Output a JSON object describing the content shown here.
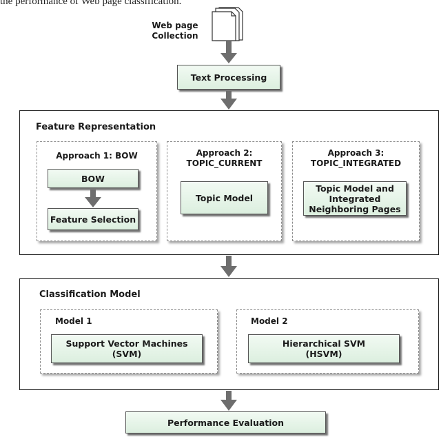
{
  "caption": "the performance of Web page classification.",
  "input_label_line1": "Web page",
  "input_label_line2": "Collection",
  "text_processing": "Text Processing",
  "feature_panel": {
    "title": "Feature Representation",
    "approach1": {
      "title": "Approach 1: BOW",
      "box1": "BOW",
      "box2": "Feature Selection"
    },
    "approach2": {
      "title_line1": "Approach 2:",
      "title_line2": "TOPIC_CURRENT",
      "box": "Topic Model"
    },
    "approach3": {
      "title_line1": "Approach 3:",
      "title_line2": "TOPIC_INTEGRATED",
      "box_line1": "Topic Model and",
      "box_line2": "Integrated",
      "box_line3": "Neighboring Pages"
    }
  },
  "classification_panel": {
    "title": "Classification Model",
    "model1": {
      "title": "Model 1",
      "box_line1": "Support Vector Machines",
      "box_line2": "(SVM)"
    },
    "model2": {
      "title": "Model 2",
      "box_line1": "Hierarchical SVM",
      "box_line2": "(HSVM)"
    }
  },
  "performance_evaluation": "Performance Evaluation",
  "colors": {
    "box_fill_top": "#f2faf3",
    "box_fill_bottom": "#dcefdf",
    "arrow": "#6e6e6e",
    "dashed_border": "#8c8c8c"
  },
  "icons": {
    "document_stack": "document-stack-icon"
  }
}
